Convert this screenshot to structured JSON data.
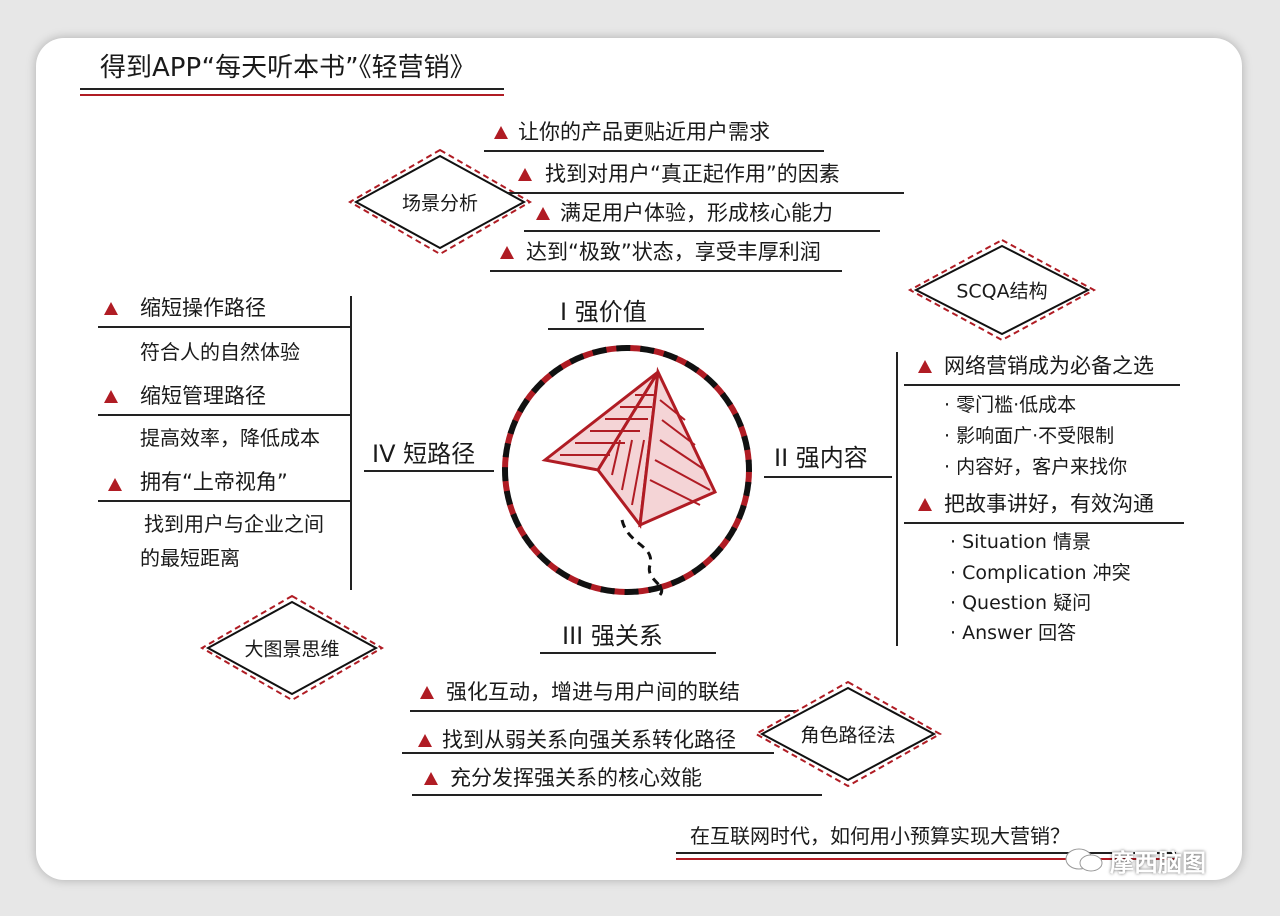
{
  "title": "得到APP“每天听本书”《轻营销》",
  "center": {
    "icon": "paper-plane-icon"
  },
  "branches": {
    "top": {
      "label": "I 强价值",
      "method": "场景分析",
      "items": [
        "让你的产品更贴近用户需求",
        "找到对用户“真正起作用”的因素",
        "满足用户体验，形成核心能力",
        "达到“极致”状态，享受丰厚利润"
      ]
    },
    "right": {
      "label": "II 强内容",
      "method": "SCQA结构",
      "groups": [
        {
          "heading": "网络营销成为必备之选",
          "bullets": [
            "零门槛·低成本",
            "影响面广·不受限制",
            "内容好，客户来找你"
          ]
        },
        {
          "heading": "把故事讲好，有效沟通",
          "bullets": [
            "Situation  情景",
            "Complication  冲突",
            "Question  疑问",
            "Answer  回答"
          ]
        }
      ]
    },
    "bottom": {
      "label": "III 强关系",
      "method": "角色路径法",
      "items": [
        "强化互动，增进与用户间的联结",
        "找到从弱关系向强关系转化路径",
        "充分发挥强关系的核心效能"
      ]
    },
    "left": {
      "label": "IV 短路径",
      "method": "大图景思维",
      "groups": [
        {
          "heading": "缩短操作路径",
          "detail": [
            "符合人的自然体验"
          ]
        },
        {
          "heading": "缩短管理路径",
          "detail": [
            "提高效率，降低成本"
          ]
        },
        {
          "heading": "拥有“上帝视角”",
          "detail": [
            "找到用户与企业之间",
            "的最短距离"
          ]
        }
      ]
    }
  },
  "footer": {
    "question": "在互联网时代，如何用小预算实现大营销？",
    "watermark": "摩西脑图",
    "watermark_icon": "wechat-icon"
  },
  "colors": {
    "accent": "#b01c24",
    "ink": "#1a1a1a",
    "paper": "#ffffff"
  }
}
